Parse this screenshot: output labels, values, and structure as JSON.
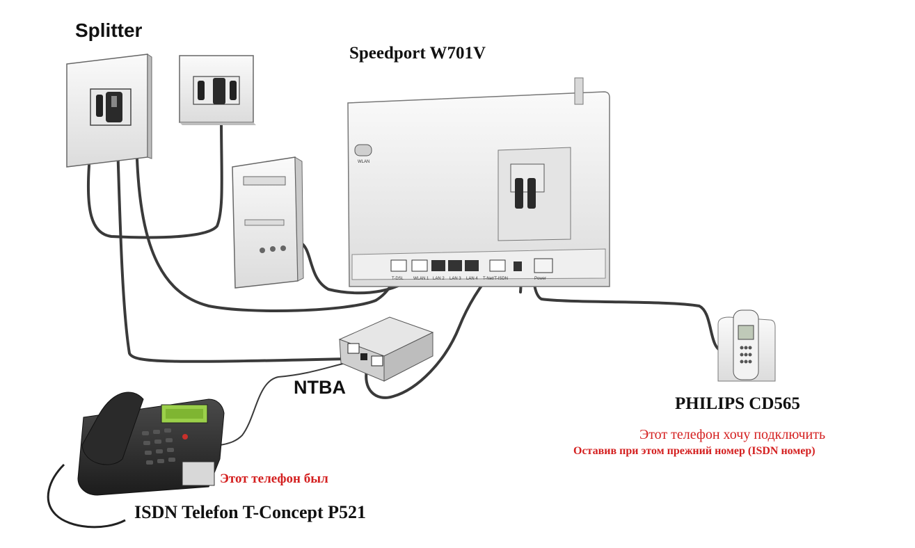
{
  "labels": {
    "splitter": "Splitter",
    "router": "Speedport W701V",
    "ntba": "NTBA",
    "new_phone": "PHILIPS CD565",
    "new_phone_note": "Этот телефон хочу подключить",
    "new_phone_note2": "Оставив при этом прежний номер (ISDN номер)",
    "old_phone_note": "Этот телефон был",
    "old_phone": "ISDN Telefon T-Concept P521"
  },
  "router_ports": {
    "dsl": "T-DSL",
    "wlan_port": "WLAN 1",
    "lan2": "LAN 2",
    "lan3": "LAN 3",
    "lan4": "LAN 4",
    "isdn": "T-Net/T-ISDN",
    "power": "Power",
    "wlan_button": "WLAN"
  },
  "colors": {
    "label": "#111111",
    "note_red": "#d42020",
    "cable": "#3a3a3a",
    "device_fill": "#f1f1f1",
    "device_stroke": "#555555"
  },
  "icons": {
    "splitter": "wall-socket-splitter-icon",
    "tae_socket": "tae-wall-socket-icon",
    "pc": "pc-tower-icon",
    "router": "router-icon",
    "ntba": "ntba-box-icon",
    "cordless": "cordless-phone-icon",
    "desk_phone": "isdn-desk-phone-icon"
  }
}
